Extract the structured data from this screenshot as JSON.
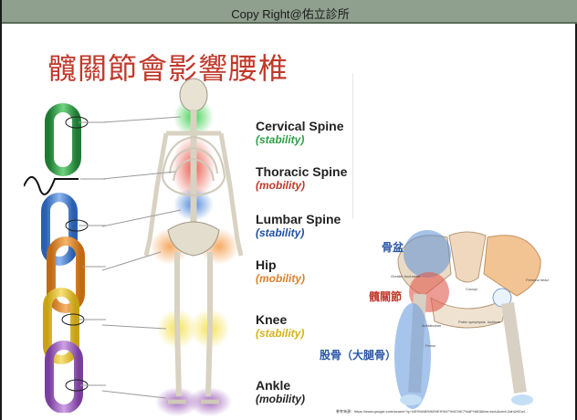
{
  "header": {
    "copyright": "Copy Right@佑立診所"
  },
  "slide": {
    "title": "髖關節會影響腰椎"
  },
  "joints": [
    {
      "name": "Cervical Spine",
      "role": "(stability)",
      "color": "#2e9e47"
    },
    {
      "name": "Thoracic Spine",
      "role": "(mobility)",
      "color": "#c0392b"
    },
    {
      "name": "Lumbar Spine",
      "role": "(stability)",
      "color": "#1f4fa0"
    },
    {
      "name": "Hip",
      "role": "(mobility)",
      "color": "#d9822b"
    },
    {
      "name": "Knee",
      "role": "(stability)",
      "color": "#d4b31a"
    },
    {
      "name": "Ankle",
      "role": "(mobility)",
      "color": "#8e44ad"
    }
  ],
  "pelvis_diagram": {
    "labels": {
      "pelvis": "骨盆",
      "hip_joint": "髖關節",
      "femur": "股骨（大腿骨）"
    },
    "anatomy_labels": {
      "coccyx": "Coccyx",
      "greater_trochanter": "Greater trochanter",
      "femoral_head": "Femoral head",
      "acetabulum": "Acetabulum",
      "pubic_symphysis": "Pubic symphysis",
      "ischium": "Ischium",
      "femur": "Femur"
    },
    "source_note": "參考來源：https://www.google.com/search?q=%E9%AB%96%E9%97%9C%E7%AF%80&tbm=isch&ved=2ahUKEwi..."
  },
  "colors": {
    "title": "#c0392b",
    "header_bg": "#8fa08e",
    "pelvis_blue": "#5b8fd6",
    "pelvis_red": "#e05a4f",
    "femur_blue": "#6c9ee0"
  }
}
